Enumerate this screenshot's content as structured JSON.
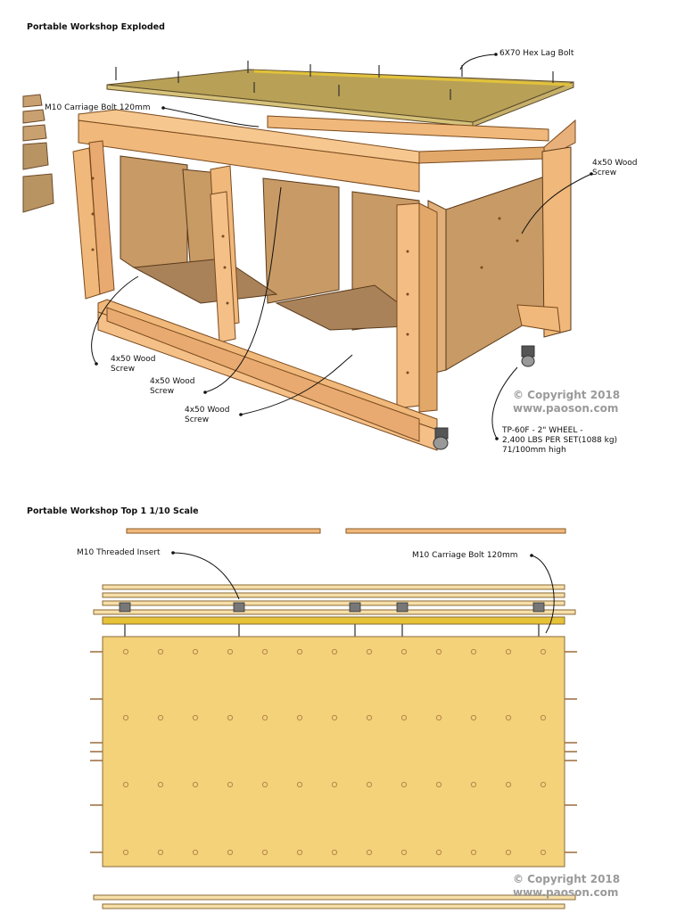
{
  "exploded": {
    "title": "Portable Workshop Exploded",
    "labels": {
      "hex_lag_bolt": "6X70 Hex Lag Bolt",
      "carriage_bolt": "M10 Carriage Bolt 120mm",
      "wood_screw_right": "4x50 Wood\nScrew",
      "wood_screw_a": "4x50 Wood\nScrew",
      "wood_screw_b": "4x50 Wood\nScrew",
      "wood_screw_c": "4x50 Wood\nScrew",
      "wheel": "TP-60F - 2\" WHEEL -\n2,400 LBS PER SET(1088 kg)\n71/100mm high"
    },
    "copyright": "© Copyright 2018",
    "website": "www.paoson.com"
  },
  "top": {
    "title": "Portable Workshop Top 1  1/10 Scale",
    "labels": {
      "threaded_insert": "M10 Threaded Insert",
      "carriage_bolt": "M10 Carriage Bolt 120mm"
    },
    "copyright": "© Copyright 2018",
    "website": "www.paoson.com"
  },
  "colors": {
    "wood": "#f0b87a",
    "wood_dark": "#d99a5a",
    "board": "#b99463",
    "top_panel": "#f3d27a",
    "yellow_bar": "#e5c236",
    "ink": "#111111",
    "copyright": "#9a9a9a"
  }
}
